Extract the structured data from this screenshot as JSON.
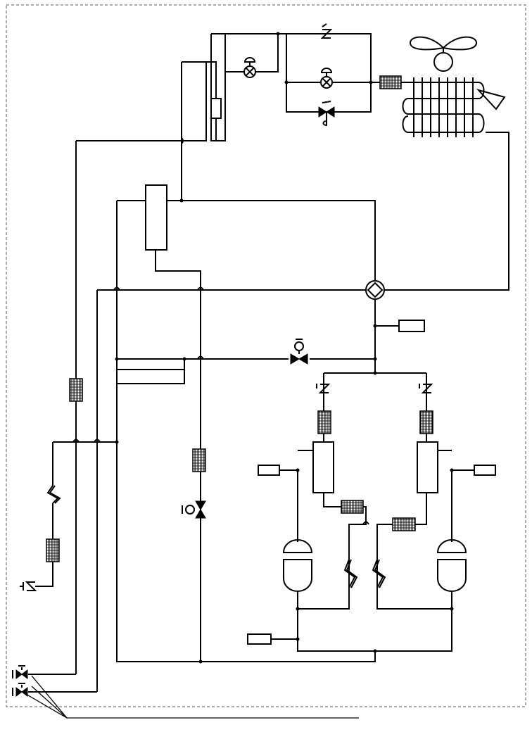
{
  "diagram": {
    "type": "refrigeration-circuit-schematic",
    "colors": {
      "line": "#000000",
      "border": "#555555",
      "background": "#ffffff"
    },
    "components": [
      "condenser-fan-icon",
      "condenser-coil",
      "capillary-tube-icon",
      "solenoid-valve-icon",
      "check-valve-icon",
      "expansion-valve-icon",
      "four-way-valve-icon",
      "filter-drier-icon",
      "receiver-tank",
      "oil-separator-tank",
      "compressor-dome-icon",
      "vibration-absorber-icon",
      "service-valve-icon",
      "pressure-sensor-box",
      "heat-exchanger-icon"
    ]
  }
}
